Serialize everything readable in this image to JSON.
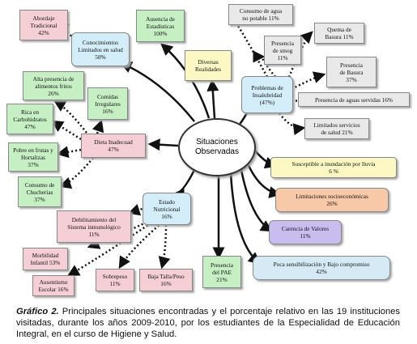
{
  "hub": {
    "line1": "Situaciones",
    "line2": "Observadas"
  },
  "nodes": {
    "abordaje": {
      "l1": "Abordaje",
      "l2": "Tradicional",
      "pct": "42%"
    },
    "conocimientos": {
      "l1": "Conocimientos",
      "l2": "Limitados en salud",
      "pct": "58%"
    },
    "ausencia_est": {
      "l1": "Ausencia de",
      "l2": "Estadisticas",
      "pct": "100%"
    },
    "diversas": {
      "l1": "Diversas",
      "l2": "Realidades"
    },
    "consumo_agua": {
      "l1": "Consumo de agua",
      "l2": "no potable  11%"
    },
    "presencia_smog": {
      "l1": "Presencia",
      "l2": "de smog",
      "pct": "11%"
    },
    "quema_basura": {
      "l1": "Quema de",
      "l2": "Basura 11%"
    },
    "presencia_basura": {
      "l1": "Presencia",
      "l2": "de Basura",
      "pct": "37%"
    },
    "problemas_insal": {
      "l1": "Problemas de",
      "l2": "Insalubridad",
      "pct": "(47%)"
    },
    "aguas_servidas": {
      "l1": "Presencia de aguas servidas 16%"
    },
    "limitados_serv": {
      "l1": "Limitados servicios",
      "l2": "de salud 21%"
    },
    "alta_fritos": {
      "l1": "Alta presencia de",
      "l2": "alimentos fritos",
      "pct": "26%"
    },
    "comidas_irreg": {
      "l1": "Comidas",
      "l2": "Irregulares",
      "pct": "16%"
    },
    "rica_carbo": {
      "l1": "Rica en",
      "l2": "Carbohidratos",
      "pct": "47%"
    },
    "dieta": {
      "l1": "Dieta Inadecuad",
      "pct": "47%"
    },
    "pobre_frutas": {
      "l1": "Pobre en frutas y",
      "l2": "Hortalizas",
      "pct": "37%"
    },
    "consumo_chucherias": {
      "l1": "Consumo de",
      "l2": "Chucherias",
      "pct": "37%"
    },
    "inundacion": {
      "l1": "Susceptible a inundación por lluvia",
      "pct": "6 %"
    },
    "limitaciones_socio": {
      "l1": "Limitaciones socioeconómicas",
      "pct": "26%"
    },
    "carencia_valores": {
      "l1": "Carencia de Valores",
      "pct": "11%"
    },
    "poca_sensib": {
      "l1": "Poca sensibilización y Bajo compromiso",
      "pct": "42%"
    },
    "presencia_pae": {
      "l1": "Presencia",
      "l2": "del PAE",
      "pct": "21%"
    },
    "estado_nutri": {
      "l1": "Estado",
      "l2": "Nutricional",
      "pct": "16%"
    },
    "debilitamiento": {
      "l1": "Debilitamiento del",
      "l2": "Sistema inmunológico",
      "pct": "11%"
    },
    "morbilidad": {
      "l1": "Morbilidad",
      "l2": "Infantil 53%"
    },
    "ausentismo": {
      "l1": "Ausentismo",
      "l2": "Escolar 16%"
    },
    "sobrepeso": {
      "l1": "Sobrepeso",
      "pct": "11%"
    },
    "baja_talla": {
      "l1": "Baja Talla/Peso",
      "pct": "16%"
    }
  },
  "caption": {
    "label": "Gráfico 2.",
    "text": " Principales situaciones encontradas y el porcentaje relativo en las 19 instituciones visitadas, durante los años 2009-2010, por los estudiantes de la Especialidad de Educación Integral, en el curso de Higiene y Salud."
  },
  "colors": {
    "green": "#c6efc4",
    "cyan": "#d3eef8",
    "yellow": "#fbf8c4",
    "gray": "#e9e9e9",
    "pink": "#f6cfd6",
    "orange": "#f7c9a8",
    "purple": "#c9bdf0",
    "lightblue": "#d5eaf5"
  }
}
